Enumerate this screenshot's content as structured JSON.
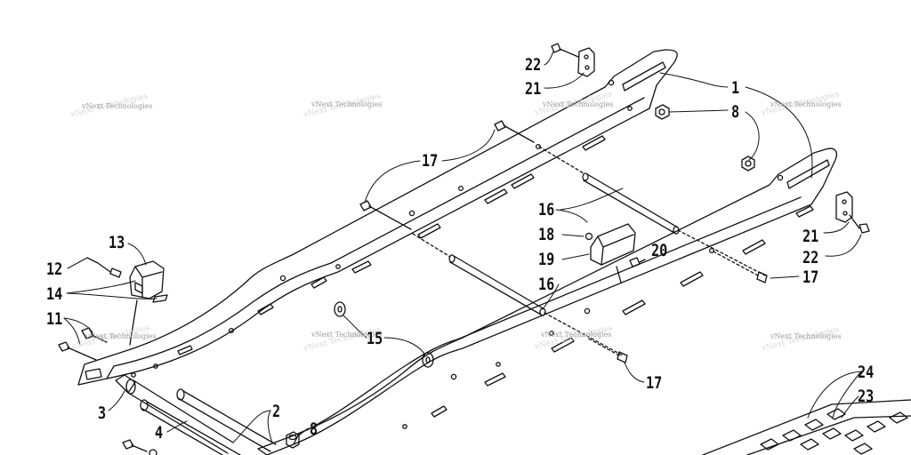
{
  "watermark": {
    "main": "vNext Technologies",
    "shadow": "vNext Technologies"
  },
  "callouts": [
    {
      "id": "c1",
      "text": "1"
    },
    {
      "id": "c8a",
      "text": "8"
    },
    {
      "id": "c22a",
      "text": "22"
    },
    {
      "id": "c21a",
      "text": "21"
    },
    {
      "id": "c17a",
      "text": "17"
    },
    {
      "id": "c16a",
      "text": "16"
    },
    {
      "id": "c18",
      "text": "18"
    },
    {
      "id": "c19",
      "text": "19"
    },
    {
      "id": "c20",
      "text": "20"
    },
    {
      "id": "c21b",
      "text": "21"
    },
    {
      "id": "c22b",
      "text": "22"
    },
    {
      "id": "c17b",
      "text": "17"
    },
    {
      "id": "c16b",
      "text": "16"
    },
    {
      "id": "c13",
      "text": "13"
    },
    {
      "id": "c12",
      "text": "12"
    },
    {
      "id": "c14",
      "text": "14"
    },
    {
      "id": "c11",
      "text": "11"
    },
    {
      "id": "c15",
      "text": "15"
    },
    {
      "id": "c17c",
      "text": "17"
    },
    {
      "id": "c3",
      "text": "3"
    },
    {
      "id": "c2",
      "text": "2"
    },
    {
      "id": "c4",
      "text": "4"
    },
    {
      "id": "c8b",
      "text": "8"
    },
    {
      "id": "c24",
      "text": "24"
    },
    {
      "id": "c23",
      "text": "23"
    }
  ]
}
